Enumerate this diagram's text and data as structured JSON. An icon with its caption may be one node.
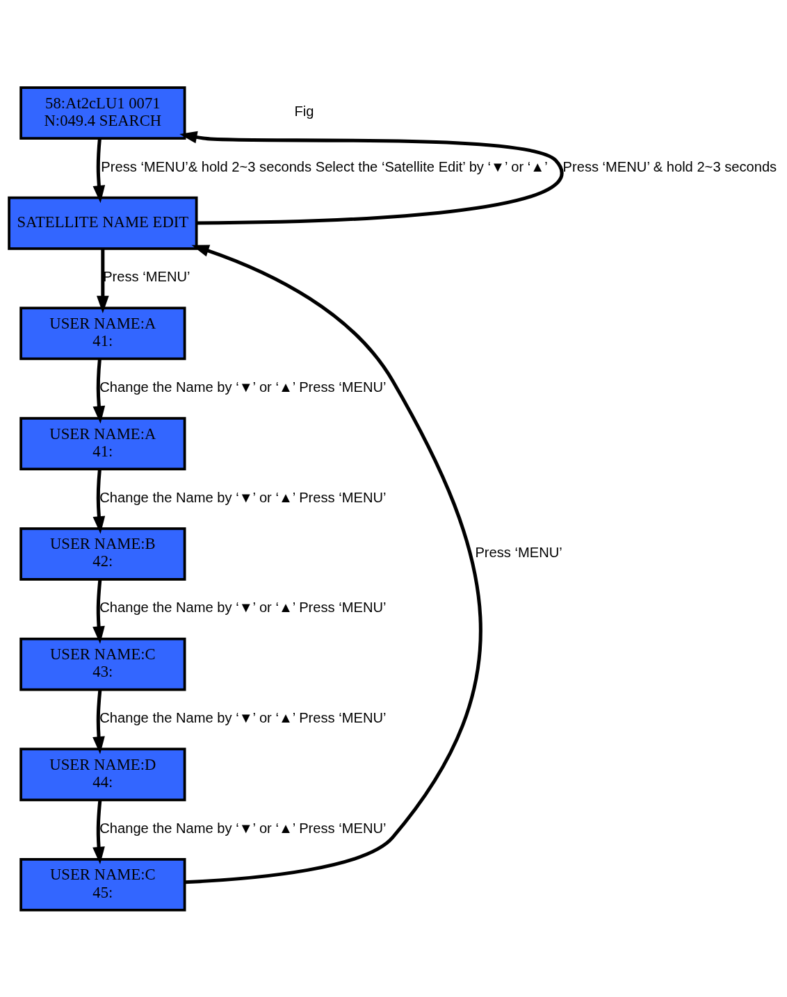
{
  "diagram": {
    "nodes": [
      {
        "text": [
          "58:At2cLU1 0071",
          "N:049.4 SEARCH"
        ]
      },
      {
        "text": [
          "SATELLITE NAME EDIT"
        ]
      },
      {
        "text": [
          "USER NAME:A",
          "41:"
        ]
      },
      {
        "text": [
          "USER NAME:A",
          "41:"
        ]
      },
      {
        "text": [
          "USER NAME:B",
          "42:"
        ]
      },
      {
        "text": [
          "USER NAME:C",
          "43:"
        ]
      },
      {
        "text": [
          "USER NAME:D",
          "44:"
        ]
      },
      {
        "text": [
          "USER NAME:C",
          "45:"
        ]
      }
    ],
    "edges": [
      {
        "from": 0,
        "to": 1,
        "arrow": "to",
        "label": "Press ‘MENU’& hold 2~3 seconds Select the ‘Satellite Edit’ by ‘▼’ or ‘▲’"
      },
      {
        "from": 1,
        "to": 0,
        "arrow": "to",
        "label": "Press ‘MENU’ & hold 2~3 seconds"
      },
      {
        "from": 1,
        "to": 2,
        "arrow": "to",
        "label": "Press ‘MENU’"
      },
      {
        "from": 2,
        "to": 3,
        "arrow": "to",
        "label": "Change the Name by ‘▼’ or ‘▲’ Press ‘MENU’"
      },
      {
        "from": 3,
        "to": 4,
        "arrow": "to",
        "label": "Change the Name by ‘▼’ or ‘▲’ Press ‘MENU’"
      },
      {
        "from": 4,
        "to": 5,
        "arrow": "to",
        "label": "Change the Name by ‘▼’ or ‘▲’ Press ‘MENU’"
      },
      {
        "from": 5,
        "to": 6,
        "arrow": "to",
        "label": "Change the Name by ‘▼’ or ‘▲’ Press ‘MENU’"
      },
      {
        "from": 6,
        "to": 7,
        "arrow": "to",
        "label": "Change the Name by ‘▼’ or ‘▲’ Press ‘MENU’"
      },
      {
        "from": 7,
        "to": 1,
        "arrow": "to",
        "label": "Press ‘MENU’"
      }
    ],
    "labels": [
      "Fig"
    ]
  }
}
